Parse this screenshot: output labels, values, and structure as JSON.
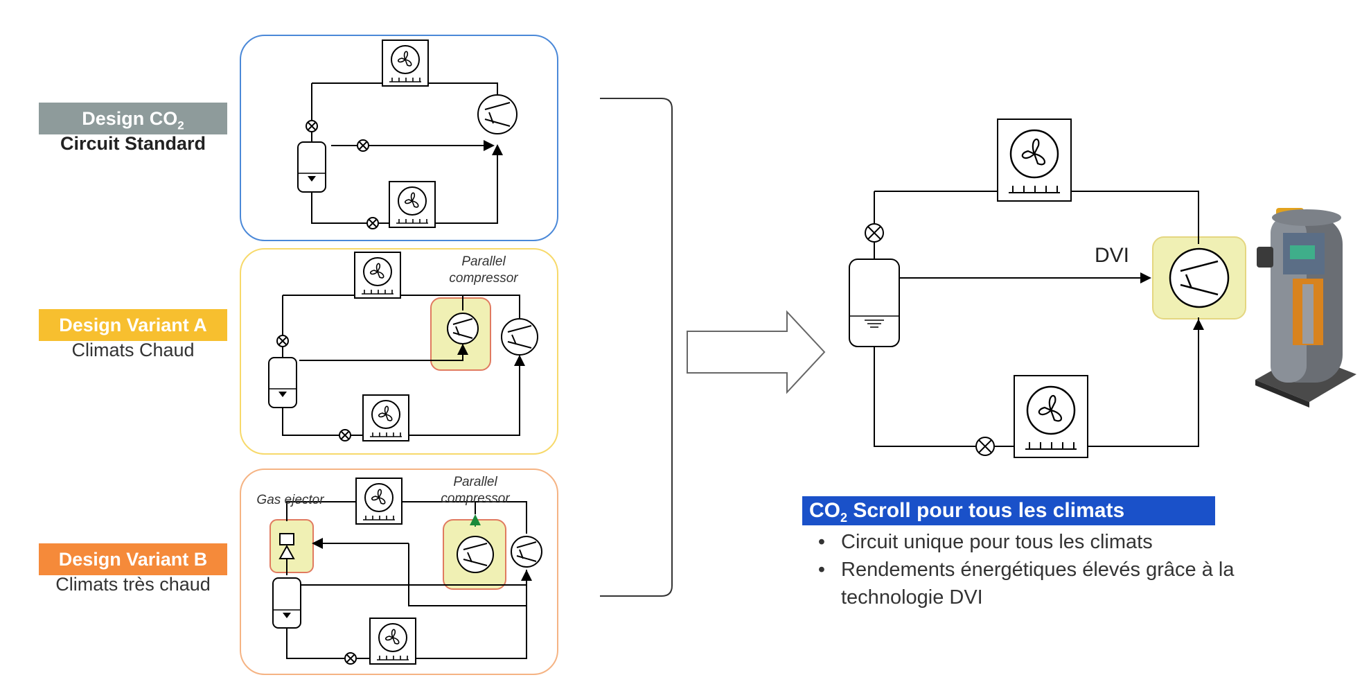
{
  "colors": {
    "standard": "#8e9b9b",
    "variant_a": "#f7bf2f",
    "variant_b": "#f58a3a",
    "panel_standard_border": "#4a88d8",
    "panel_a_border": "#f7d96a",
    "panel_b_border": "#f5b383",
    "highlight_fill": "#f0f0b4",
    "highlight_border": "#e07a5f",
    "title_blue": "#1a51c9"
  },
  "left_labels": {
    "standard": {
      "title": "Design CO",
      "sub_num": "2",
      "subtitle": "Circuit Standard"
    },
    "variant_a": {
      "title": "Design Variant A",
      "subtitle": "Climats Chaud"
    },
    "variant_b": {
      "title": "Design Variant B",
      "subtitle": "Climats très chaud"
    }
  },
  "annotations": {
    "parallel_compressor_a": [
      "Parallel",
      "compressor"
    ],
    "parallel_compressor_b": [
      "Parallel",
      "compressor"
    ],
    "gas_ejector": "Gas ejector",
    "dvi": "DVI"
  },
  "result": {
    "title_prefix": "CO",
    "title_sub": "2",
    "title_rest": " Scroll pour tous les climats",
    "bullets": [
      "Circuit unique pour tous les climats",
      "Rendements énergétiques élevés grâce à la technologie DVI"
    ],
    "bullet_glyph": "•"
  },
  "icons": [
    "fan-coil-icon",
    "compressor-icon",
    "expansion-valve-icon",
    "receiver-tank-icon",
    "arrow-right-icon",
    "bracket-icon",
    "scroll-compressor-photo"
  ]
}
